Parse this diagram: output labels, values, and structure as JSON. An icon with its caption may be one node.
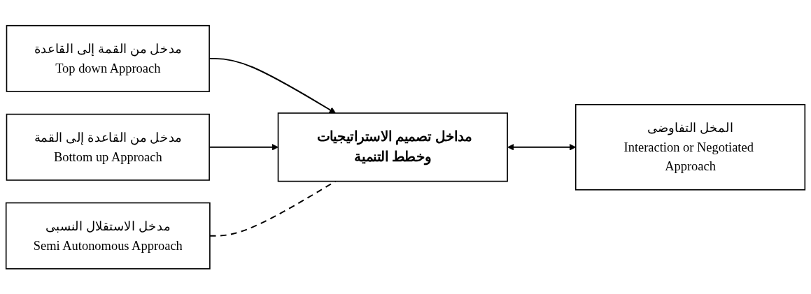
{
  "diagram": {
    "nodes": [
      {
        "text": [
          "مدخل من القمة إلى القاعدة",
          "Top down Approach"
        ]
      },
      {
        "text": [
          "مدخل الاستقلال النسبى",
          "Semi Autonomous Approach"
        ]
      },
      {
        "text": [
          "مداخل تصميم الاستراتيجيات وخطط التنمية"
        ]
      },
      {
        "text": [
          "المخل التفاوضى",
          "Interaction or Negotiated Approach"
        ]
      },
      {
        "text": [
          "مدخل من القاعدة إلى القمة",
          "Bottom up Approach"
        ]
      }
    ],
    "edges": [
      {
        "from": 0,
        "to": 2,
        "arrow": "to"
      },
      {
        "from": 4,
        "to": 2,
        "arrow": "to"
      },
      {
        "from": 1,
        "to": 2,
        "arrow": "none",
        "style": "dashed"
      },
      {
        "from": 2,
        "to": 3,
        "arrow": "both"
      }
    ]
  }
}
